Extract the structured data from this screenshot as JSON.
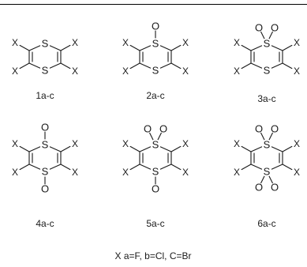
{
  "figure": {
    "atoms": {
      "sulfur": "S",
      "oxygen": "O",
      "substituent": "X"
    },
    "compounds": [
      {
        "label": "1a-c",
        "top_oxygens": 0,
        "bottom_oxygens": 0
      },
      {
        "label": "2a-c",
        "top_oxygens": 1,
        "bottom_oxygens": 0
      },
      {
        "label": "3a-c",
        "top_oxygens": 2,
        "bottom_oxygens": 0
      },
      {
        "label": "4a-c",
        "top_oxygens": 1,
        "bottom_oxygens": 1
      },
      {
        "label": "5a-c",
        "top_oxygens": 2,
        "bottom_oxygens": 1
      },
      {
        "label": "6a-c",
        "top_oxygens": 2,
        "bottom_oxygens": 2
      }
    ],
    "legend": "X a=F, b=Cl, C=Br",
    "colors": {
      "ink": "#1a1a1a",
      "background": "#ffffff",
      "border": "#000000"
    }
  }
}
